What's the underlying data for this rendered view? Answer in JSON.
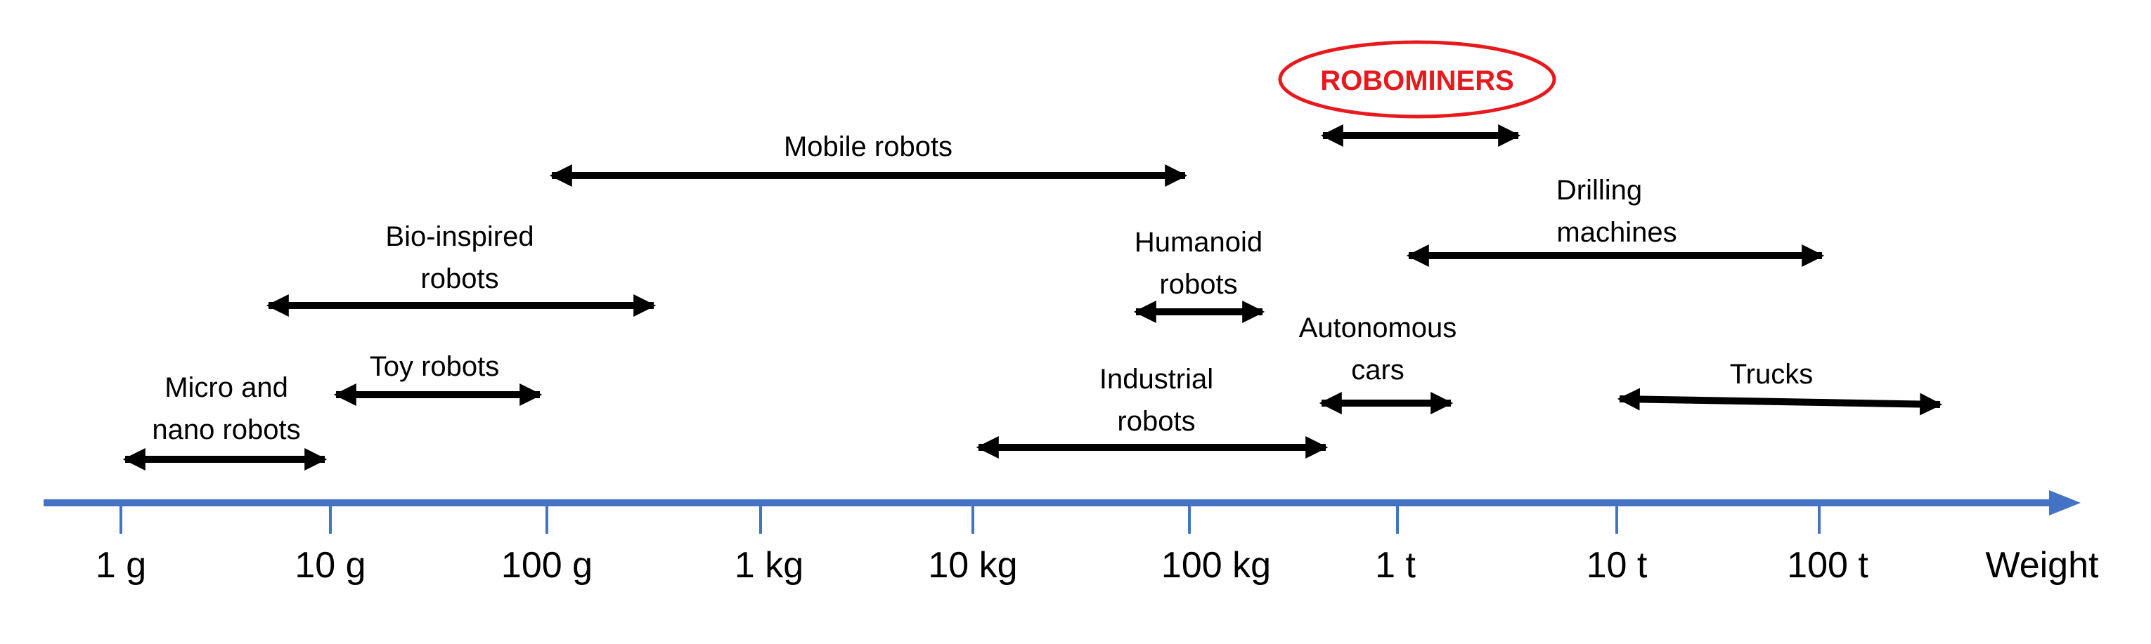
{
  "axis": {
    "label": "Weight",
    "ticks": [
      "1 g",
      "10 g",
      "100 g",
      "1 kg",
      "10 kg",
      "100 kg",
      "1 t",
      "10 t",
      "100 t"
    ],
    "color": "#4472c4"
  },
  "ranges": [
    {
      "label_lines": [
        "Micro and",
        "nano robots"
      ],
      "from": "1 g",
      "to": "10 g"
    },
    {
      "label_lines": [
        "Toy robots"
      ],
      "from": "10 g",
      "to": "100 g"
    },
    {
      "label_lines": [
        "Bio-inspired",
        "robots"
      ],
      "from": "5 g",
      "to": "300 g"
    },
    {
      "label_lines": [
        "Mobile robots"
      ],
      "from": "100 g",
      "to": "100 kg"
    },
    {
      "label_lines": [
        "Humanoid",
        "robots"
      ],
      "from": "60 kg",
      "to": "200 kg"
    },
    {
      "label_lines": [
        "Industrial",
        "robots"
      ],
      "from": "10 kg",
      "to": "400 kg"
    },
    {
      "label_lines": [
        "Autonomous",
        "cars"
      ],
      "from": "400 kg",
      "to": "1.5 t"
    },
    {
      "label_lines": [
        "Drilling",
        "machines"
      ],
      "from": "1 t",
      "to": "100 t"
    },
    {
      "label_lines": [
        "Trucks"
      ],
      "from": "10 t",
      "to": "400 t"
    }
  ],
  "highlight": {
    "label": "ROBOMINERS",
    "color": "#e8191c",
    "from": "400 kg",
    "to": "3 t"
  }
}
